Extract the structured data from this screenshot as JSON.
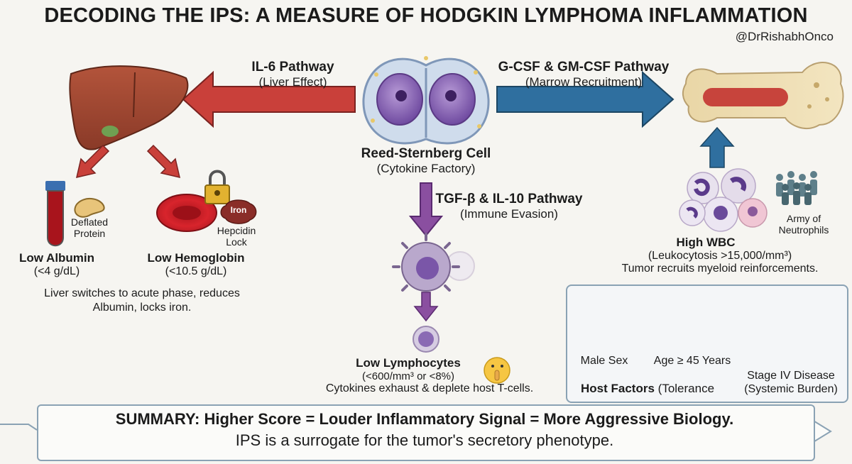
{
  "header": {
    "title": "DECODING THE IPS: A MEASURE OF HODGKIN LYMPHOMA INFLAMMATION",
    "handle": "@DrRishabhOnco"
  },
  "center_cell": {
    "name": "Reed-Sternberg Cell",
    "subtitle": "(Cytokine Factory)"
  },
  "pathways": {
    "il6": {
      "name": "IL-6 Pathway",
      "effect": "(Liver Effect)"
    },
    "gcsf": {
      "name": "G-CSF & GM-CSF Pathway",
      "effect": "(Marrow Recruitment)"
    },
    "tgf": {
      "name": "TGF-β & IL-10 Pathway",
      "effect": "(Immune Evasion)"
    }
  },
  "liver_branch": {
    "protein_label": "Deflated Protein",
    "iron_label": "Iron",
    "hepcidin_label": "Hepcidin Lock",
    "albumin": {
      "name": "Low Albumin",
      "value": "(<4 g/dL)"
    },
    "hemoglobin": {
      "name": "Low Hemoglobin",
      "value": "(<10.5 g/dL)"
    },
    "note": "Liver switches to acute phase, reduces Albumin, locks iron."
  },
  "wbc_branch": {
    "army_label": "Army of Neutrophils",
    "name": "High WBC",
    "value": "(Leukocytosis >15,000/mm³)",
    "note": "Tumor recruits myeloid reinforcements."
  },
  "lymph_branch": {
    "name": "Low Lymphocytes",
    "value": "(<600/mm³ or <8%)",
    "note": "Cytokines exhaust & deplete host T-cells."
  },
  "host_factors": {
    "male": "Male Sex",
    "age": "Age ≥ 45 Years",
    "stage": "Stage IV Disease (Systemic Burden)",
    "title": "Host Factors",
    "title_suffix": "(Tolerance"
  },
  "summary": {
    "line1": "SUMMARY: Higher Score = Louder Inflammatory Signal = More Aggressive Biology.",
    "line2": "IPS is a surrogate for the tumor's secretory phenotype."
  },
  "colors": {
    "red_arrow": "#c9403a",
    "blue_arrow": "#2f6f9f",
    "purple_arrow": "#8a4fa0",
    "box_border": "#8aa2b4"
  }
}
